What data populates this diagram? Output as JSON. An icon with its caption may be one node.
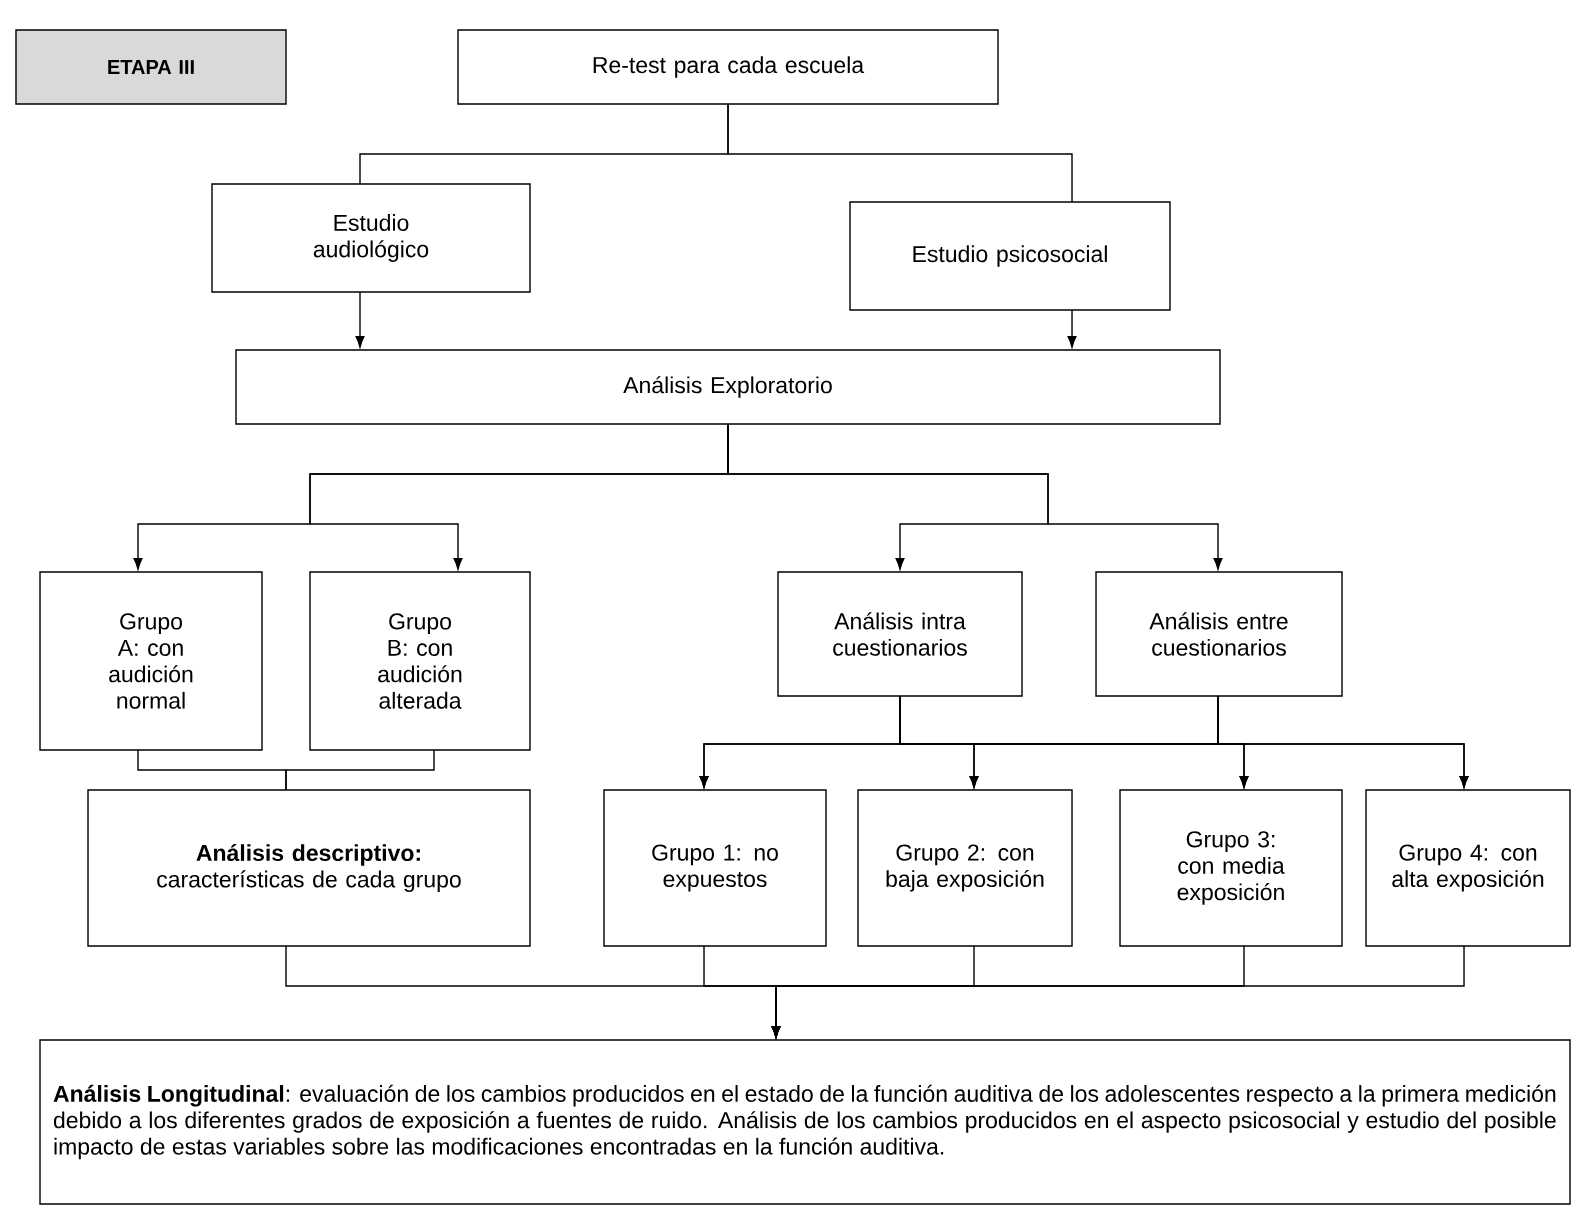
{
  "diagram": {
    "nodes": [
      {
        "text": [
          "ETAPA III"
        ]
      },
      {
        "text": [
          "Re-test para cada escuela"
        ]
      },
      {
        "text": [
          "Estudio audiológico"
        ]
      },
      {
        "text": [
          "Estudio psicosocial"
        ]
      },
      {
        "text": [
          "Análisis Exploratorio"
        ]
      },
      {
        "text": [
          "Grupo A: con audición normal"
        ]
      },
      {
        "text": [
          "Grupo B: con audición alterada"
        ]
      },
      {
        "text": [
          "Análisis intra cuestionarios"
        ]
      },
      {
        "text": [
          "Análisis entre cuestionarios"
        ]
      },
      {
        "text": [
          "**Análisis descriptivo:** características de cada grupo"
        ]
      },
      {
        "text": [
          "Grupo 1: no expuestos"
        ]
      },
      {
        "text": [
          "Grupo 2: con baja exposición"
        ]
      },
      {
        "text": [
          "Grupo 3: con media exposición"
        ]
      },
      {
        "text": [
          "Grupo 4: con alta exposición"
        ]
      },
      {
        "text": [
          "**Análisis Longitudinal**: evaluación de los cambios producidos en el estado de la función auditiva de los adolescentes respecto a la primera medición debido a los diferentes grados de exposición a fuentes de ruido. Análisis de los cambios producidos en el aspecto psicosocial y estudio del posible impacto de estas variables sobre las modificaciones encontradas en la función auditiva."
        ]
      }
    ],
    "edges": [
      {
        "from": 1,
        "to": 2,
        "arrow": "none"
      },
      {
        "from": 1,
        "to": 3,
        "arrow": "none"
      },
      {
        "from": 2,
        "to": 4,
        "arrow": "to"
      },
      {
        "from": 3,
        "to": 4,
        "arrow": "to"
      },
      {
        "from": 4,
        "to": 5,
        "arrow": "to"
      },
      {
        "from": 4,
        "to": 6,
        "arrow": "to"
      },
      {
        "from": 4,
        "to": 7,
        "arrow": "to"
      },
      {
        "from": 4,
        "to": 8,
        "arrow": "to"
      },
      {
        "from": 5,
        "to": 9,
        "arrow": "none"
      },
      {
        "from": 6,
        "to": 9,
        "arrow": "none"
      },
      {
        "from": 7,
        "to": 10,
        "arrow": "to"
      },
      {
        "from": 7,
        "to": 11,
        "arrow": "to"
      },
      {
        "from": 7,
        "to": 12,
        "arrow": "to"
      },
      {
        "from": 7,
        "to": 13,
        "arrow": "to"
      },
      {
        "from": 8,
        "to": 10,
        "arrow": "to"
      },
      {
        "from": 8,
        "to": 11,
        "arrow": "to"
      },
      {
        "from": 8,
        "to": 12,
        "arrow": "to"
      },
      {
        "from": 8,
        "to": 13,
        "arrow": "to"
      },
      {
        "from": 9,
        "to": 14,
        "arrow": "to"
      },
      {
        "from": 10,
        "to": 14,
        "arrow": "to"
      },
      {
        "from": 11,
        "to": 14,
        "arrow": "to"
      },
      {
        "from": 12,
        "to": 14,
        "arrow": "to"
      },
      {
        "from": 13,
        "to": 14,
        "arrow": "to"
      }
    ]
  }
}
